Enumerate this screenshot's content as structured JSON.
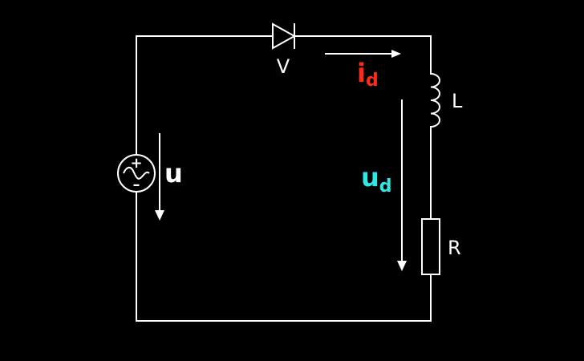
{
  "colors": {
    "background": "#000000",
    "wire": "#ffffff",
    "current_label": "#ff2a1a",
    "load_voltage_label": "#33e6e6",
    "source_voltage_label": "#ffffff"
  },
  "components": {
    "diode": {
      "label": "V",
      "icon": "diode-symbol"
    },
    "inductor": {
      "label": "L",
      "icon": "inductor-coil"
    },
    "resistor": {
      "label": "R",
      "icon": "resistor-box"
    },
    "source": {
      "plus": "+",
      "minus": "–",
      "icon": "ac-source-symbol"
    }
  },
  "quantities": {
    "source_voltage": {
      "symbol": "u"
    },
    "load_current": {
      "symbol": "i",
      "subscript": "d"
    },
    "load_voltage": {
      "symbol": "u",
      "subscript": "d"
    }
  }
}
